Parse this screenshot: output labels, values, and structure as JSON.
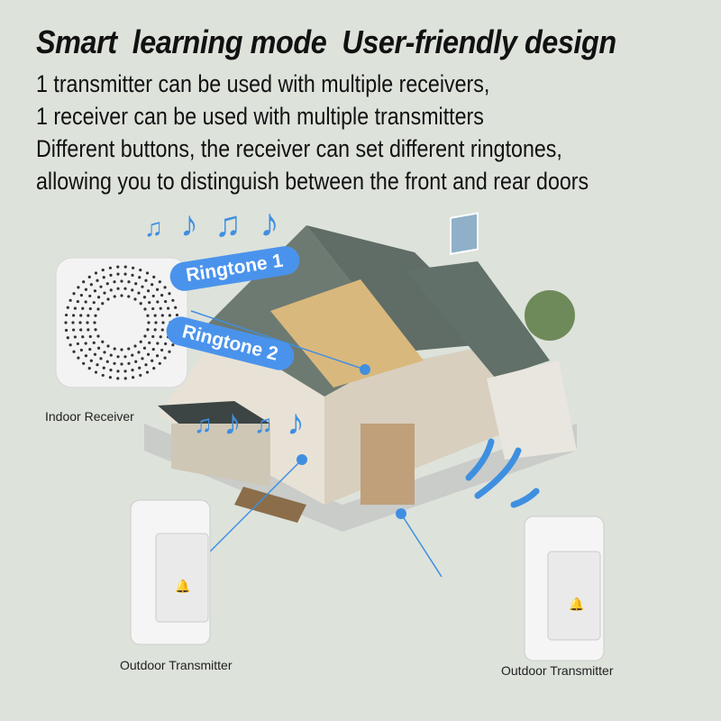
{
  "headline": "Smart  learning mode  User-friendly design",
  "description_lines": [
    "1 transmitter can be used with multiple receivers,",
    "1 receiver can be used with multiple transmitters",
    "Different buttons, the receiver can set different ringtones,",
    "allowing you to distinguish between the front and rear doors"
  ],
  "ringtones": [
    "Ringtone 1",
    "Ringtone 2"
  ],
  "labels": {
    "receiver": "Indoor Receiver",
    "transmitter_left": "Outdoor Transmitter",
    "transmitter_right": "Outdoor Transmitter"
  },
  "colors": {
    "accent": "#4a93ec",
    "background": "#dde2db"
  }
}
